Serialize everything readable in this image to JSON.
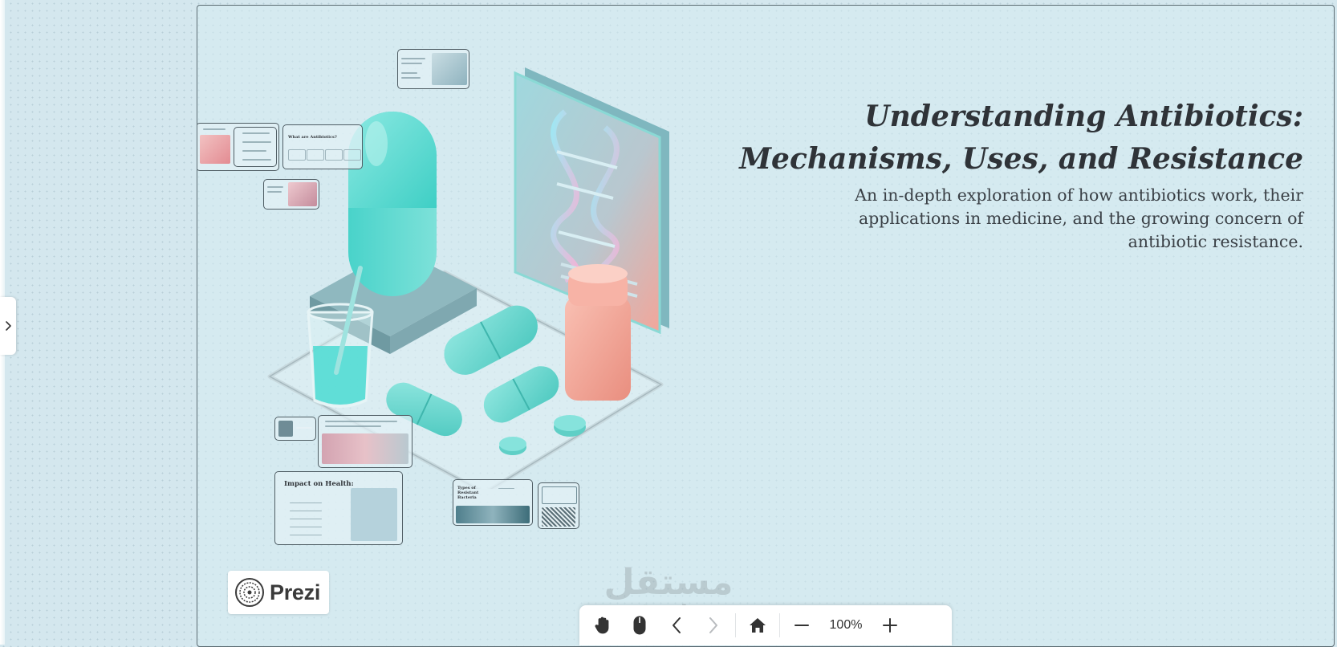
{
  "presentation": {
    "title_line1": "Understanding Antibiotics:",
    "title_line2": "Mechanisms, Uses, and Resistance",
    "subtitle": "An in-depth exploration of how antibiotics work, their applications in medicine, and the growing concern of antibiotic resistance."
  },
  "frames": {
    "what_are_antibiotics": "What are Antibiotics?",
    "impact_on_health": "Impact on Health:",
    "types_of_resistant_bacteria": "Types of Resistant Bacteria"
  },
  "brand": {
    "name": "Prezi"
  },
  "toolbar": {
    "zoom_level": "100%"
  },
  "watermark": {
    "text_arabic": "مستقل",
    "text_latin": "mostaql.com"
  },
  "icons": {
    "sidebar_toggle": "chevron-right-icon",
    "pan": "hand-icon",
    "mouse": "mouse-icon",
    "previous": "chevron-left-icon",
    "next": "chevron-right-icon",
    "home": "home-icon",
    "zoom_out": "minus-icon",
    "zoom_in": "plus-icon"
  },
  "colors": {
    "canvas_bg": "#d4e7ee",
    "title_text": "#2f3338",
    "accent_teal": "#5fd9cf",
    "accent_coral": "#f3a597"
  }
}
